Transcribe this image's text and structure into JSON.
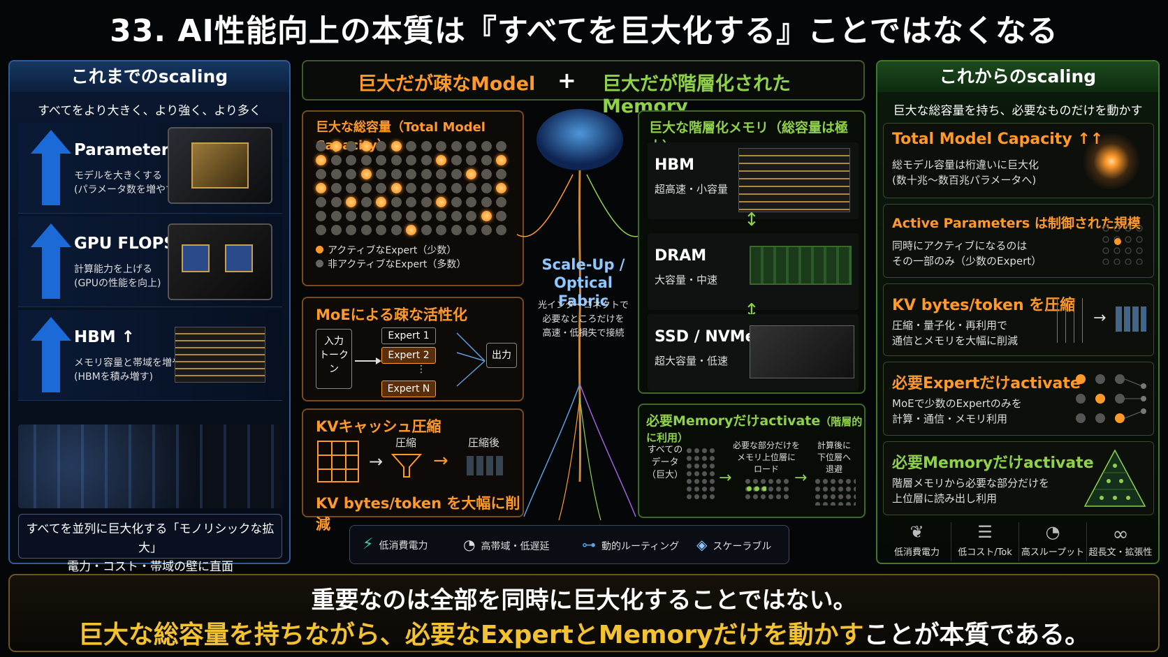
{
  "title": "33. AI性能向上の本質は『すべてを巨大化する』ことではなくなる",
  "left": {
    "header": "これまでのscaling",
    "subtitle": "すべてをより大きく、より強く、より多く",
    "items": [
      {
        "title": "Parameters ↑",
        "desc1": "モデルを大きくする",
        "desc2": "(パラメータ数を増やす)"
      },
      {
        "title": "GPU FLOPS ↑",
        "desc1": "計算能力を上げる",
        "desc2": "(GPUの性能を向上)"
      },
      {
        "title": "HBM ↑",
        "desc1": "メモリ容量と帯域を増やす",
        "desc2": "(HBMを積み増す)"
      }
    ],
    "footer1": "すべてを並列に巨大化する「モノリシックな拡大」",
    "footer2": "電力・コスト・帯域の壁に直面"
  },
  "center": {
    "left_title": "巨大だが疎なModel",
    "plus": "+",
    "right_title": "巨大だが階層化されたMemory",
    "capacity": {
      "title": "巨大な総容量（Total Model Capacity）",
      "active_dots": [
        [
          0,
          1
        ],
        [
          0,
          3
        ],
        [
          0,
          5
        ],
        [
          1,
          0
        ],
        [
          1,
          8
        ],
        [
          1,
          12
        ],
        [
          2,
          3
        ],
        [
          2,
          10
        ],
        [
          3,
          0
        ],
        [
          3,
          5
        ],
        [
          3,
          12
        ],
        [
          4,
          2
        ],
        [
          4,
          4
        ],
        [
          4,
          8
        ],
        [
          5,
          11
        ],
        [
          6,
          6
        ]
      ],
      "legend_active": "アクティブなExpert（少数）",
      "legend_inactive": "非アクティブなExpert（多数）"
    },
    "moe": {
      "title": "MoEによる疎な活性化",
      "input": "入力\nトークン",
      "experts": [
        "Expert 1",
        "Expert 2",
        "Expert N"
      ],
      "output": "出力"
    },
    "kv": {
      "title": "KVキャッシュ圧縮",
      "compress": "圧縮",
      "after": "圧縮後",
      "footer": "KV bytes/token を大幅に削減"
    },
    "fabric": {
      "title1": "Scale-Up /",
      "title2": "Optical Fabric",
      "desc1": "光インターコネクトで",
      "desc2": "必要なところだけを",
      "desc3": "高速・低損失で接続"
    },
    "memory": {
      "title": "巨大な階層化メモリ（総容量は極大）",
      "tiers": [
        {
          "name": "HBM",
          "desc": "超高速・小容量"
        },
        {
          "name": "DRAM",
          "desc": "大容量・中速"
        },
        {
          "name": "SSD / NVMe",
          "desc": "超大容量・低速"
        }
      ]
    },
    "activate": {
      "title": "必要Memoryだけactivate",
      "title_note": "（階層的に利用）",
      "all_data": "すべての\nデータ\n（巨大）",
      "load": "必要な部分だけを\nメモリ上位層に\nロード",
      "evict": "計算後に\n下位層へ\n退避"
    },
    "features": [
      {
        "icon": "lightning-icon",
        "label": "低消費電力"
      },
      {
        "icon": "gauge-icon",
        "label": "高帯域・低遅延"
      },
      {
        "icon": "routing-icon",
        "label": "動的ルーティング"
      },
      {
        "icon": "shield-icon",
        "label": "スケーラブル"
      }
    ]
  },
  "right": {
    "header": "これからのscaling",
    "subtitle": "巨大な総容量を持ち、必要なものだけを動かす",
    "boxes": [
      {
        "title": "Total Model Capacity ↑↑",
        "desc1": "総モデル容量は桁違いに巨大化",
        "desc2": "(数十兆〜数百兆パラメータへ)",
        "color": "#ff9a2a"
      },
      {
        "title": "Active Parameters は制御された規模",
        "desc1": "同時にアクティブになるのは",
        "desc2": "その一部のみ（少数のExpert）",
        "color": "#ff9a2a"
      },
      {
        "title": "KV bytes/token を圧縮",
        "desc1": "圧縮・量子化・再利用で",
        "desc2": "通信とメモリを大幅に削減",
        "color": "#ff9a2a"
      },
      {
        "title": "必要Expertだけactivate",
        "desc1": "MoEで少数のExpertのみを",
        "desc2": "計算・通信・メモリ利用",
        "color": "#ff9a2a"
      },
      {
        "title": "必要Memoryだけactivate",
        "desc1": "階層メモリから必要な部分だけを",
        "desc2": "上位層に読み出し利用",
        "color": "#8fd24a"
      }
    ],
    "icons": [
      {
        "icon": "leaf-icon",
        "label": "低消費電力"
      },
      {
        "icon": "database-icon",
        "label": "低コスト/Tok"
      },
      {
        "icon": "speedometer-icon",
        "label": "高スループット"
      },
      {
        "icon": "infinity-icon",
        "label": "超長文・拡張性"
      }
    ]
  },
  "bottom": {
    "line1": "重要なのは全部を同時に巨大化することではない。",
    "line2_a": "巨大な総容量を持ちながら、必要なExpertとMemoryだけを動かす",
    "line2_b": "ことが本質である。"
  }
}
